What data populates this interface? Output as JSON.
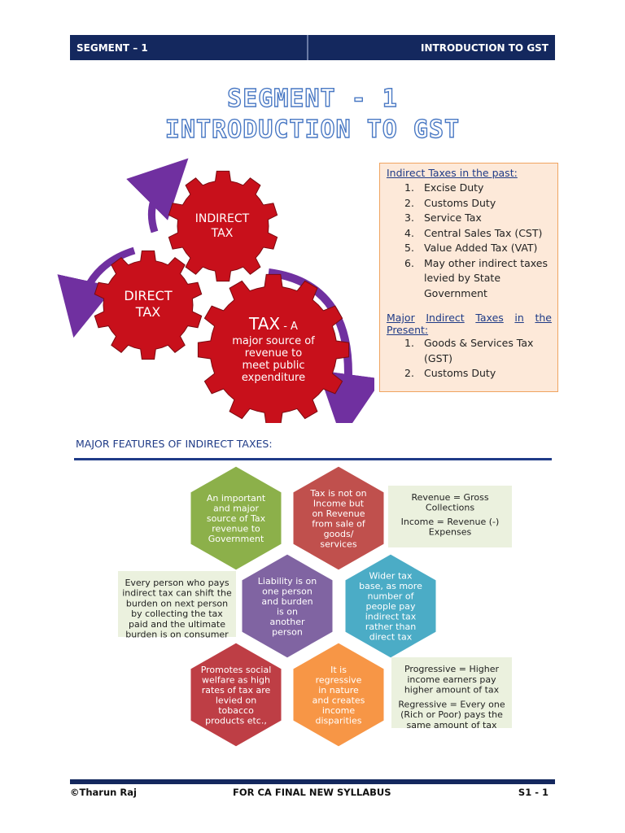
{
  "header": {
    "left": "SEGMENT – 1",
    "right": "INTRODUCTION TO GST"
  },
  "title": {
    "line1": "SEGMENT - 1",
    "line2": "INTRODUCTION TO GST"
  },
  "gears": {
    "indirect": [
      "INDIRECT",
      "TAX"
    ],
    "direct": [
      "DIRECT",
      "TAX"
    ],
    "tax_word": "TAX",
    "tax_suffix": " - A",
    "tax_lines": [
      "major source of",
      "revenue to",
      "meet public",
      "expenditure"
    ]
  },
  "past_box": {
    "heading": "Indirect Taxes in the past:",
    "items": [
      {
        "n": "1.",
        "lines": [
          "Excise Duty"
        ]
      },
      {
        "n": "2.",
        "lines": [
          "Customs Duty"
        ]
      },
      {
        "n": "3.",
        "lines": [
          "Service Tax"
        ]
      },
      {
        "n": "4.",
        "lines": [
          "Central Sales Tax (CST)"
        ]
      },
      {
        "n": "5.",
        "lines": [
          "Value Added Tax (VAT)"
        ]
      },
      {
        "n": "6.",
        "lines": [
          "May other indirect taxes",
          "levied by State",
          "Government"
        ]
      }
    ],
    "present_heading_words": [
      "Major",
      "Indirect",
      "Taxes",
      "in",
      "the"
    ],
    "present_heading_end": "Present:",
    "present_items": [
      {
        "n": "1.",
        "lines": [
          "Goods & Services Tax",
          "(GST)"
        ]
      },
      {
        "n": "2.",
        "lines": [
          "Customs Duty"
        ]
      }
    ]
  },
  "features": {
    "heading": "MAJOR FEATURES OF INDIRECT TAXES:",
    "hexes": {
      "green": [
        "An important",
        "and major",
        "source of Tax",
        "revenue to",
        "Government"
      ],
      "red": [
        "Tax is not on",
        "Income but",
        "on Revenue",
        "from sale of",
        "goods/",
        "services"
      ],
      "purple": [
        "Liability is on",
        "one person",
        "and burden",
        "is on",
        "another",
        "person"
      ],
      "blue": [
        "Wider tax",
        "base, as more",
        "number of",
        "people pay",
        "indirect tax",
        "rather than",
        "direct tax"
      ],
      "crimson": [
        "Promotes social",
        "welfare as high",
        "rates of tax are",
        "levied on",
        "tobacco",
        "products etc.,"
      ],
      "orange": [
        "It is",
        "regressive",
        "in nature",
        "and creates",
        "income",
        "disparities"
      ]
    },
    "notes": {
      "revenue": [
        "Revenue = Gross",
        "Collections",
        "Income = Revenue (-)",
        "Expenses"
      ],
      "shift": [
        "Every person who pays",
        "indirect tax can shift the",
        "burden on next person",
        "by collecting the tax",
        "paid and the ultimate",
        "burden is on consumer"
      ],
      "progressive": [
        "Progressive = Higher",
        "income earners pay",
        "higher amount of tax",
        "Regressive = Every one",
        "(Rich or Poor) pays the",
        "same amount of tax"
      ]
    }
  },
  "footer": {
    "left": "©Tharun Raj",
    "center": "FOR CA FINAL NEW SYLLABUS",
    "right": "S1 - 1"
  },
  "colors": {
    "navy": "#14285e",
    "gear_red": "#c8101b",
    "arrow_purple": "#7030a0",
    "hex_green": "#8cb04a",
    "hex_red": "#c0504d",
    "hex_purple": "#8064a2",
    "hex_blue": "#4bacc6",
    "hex_crimson": "#be3e45",
    "hex_orange": "#f79646",
    "note_bg": "#ebf1de"
  }
}
